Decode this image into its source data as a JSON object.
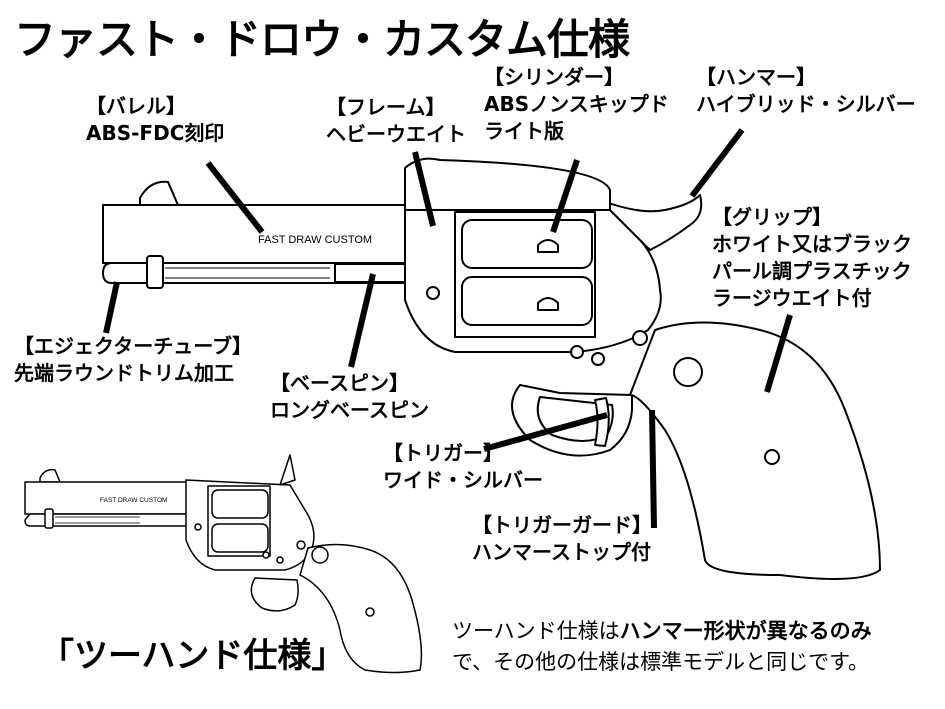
{
  "title": "ファスト・ドロウ・カスタム仕様",
  "engraving": "FAST DRAW CUSTOM",
  "callouts": {
    "barrel": {
      "heading": "【バレル】",
      "lines": [
        "ABS-FDC刻印"
      ]
    },
    "frame": {
      "heading": "【フレーム】",
      "lines": [
        "ヘビーウエイト"
      ]
    },
    "cylinder": {
      "heading": "【シリンダー】",
      "lines": [
        "ABSノンスキップド",
        "ライト版"
      ]
    },
    "hammer": {
      "heading": "【ハンマー】",
      "lines": [
        "ハイブリッド・シルバー"
      ]
    },
    "grip": {
      "heading": "【グリップ】",
      "lines": [
        "ホワイト又はブラック",
        "パール調プラスチック",
        "ラージウエイト付"
      ]
    },
    "ejector": {
      "heading": "【エジェクターチューブ】",
      "lines": [
        "先端ラウンドトリム加工"
      ]
    },
    "basepin": {
      "heading": "【ベースピン】",
      "lines": [
        "ロングベースピン"
      ]
    },
    "trigger": {
      "heading": "【トリガー】",
      "lines": [
        "ワイド・シルバー"
      ]
    },
    "triggerguard": {
      "heading": "【トリガーガード】",
      "lines": [
        "ハンマーストップ付"
      ]
    }
  },
  "twohand": {
    "title": "「ツーハンド仕様」",
    "note_line1_plain": "ツーハンド仕様は",
    "note_line1_bold": "ハンマー形状が異なるのみ",
    "note_line2": "で、その他の仕様は標準モデルと同じです。"
  }
}
